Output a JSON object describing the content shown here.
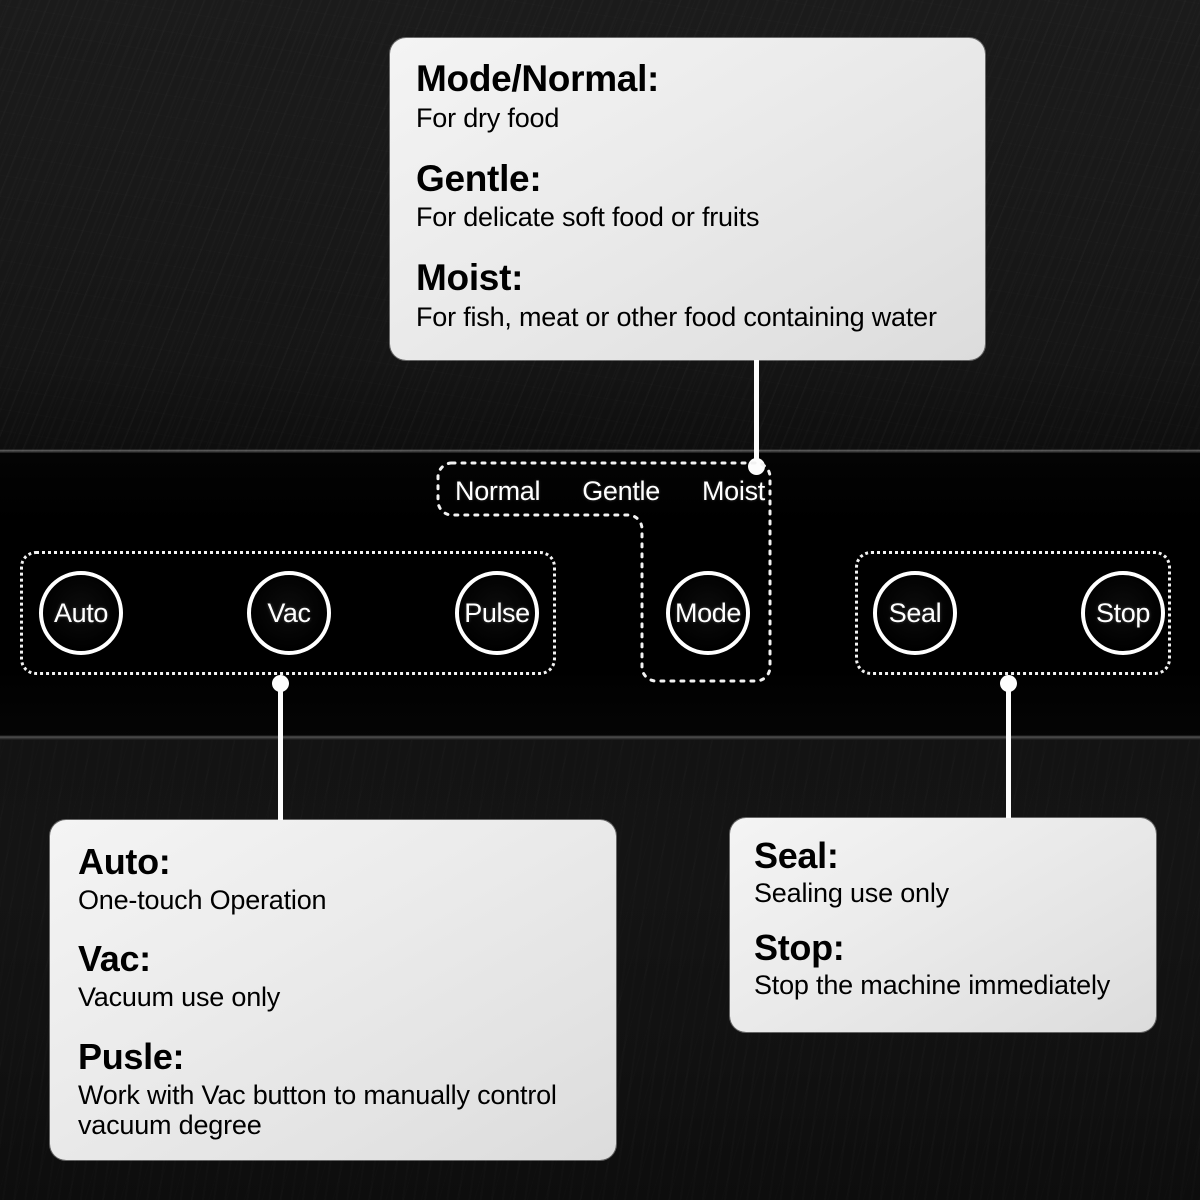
{
  "device": {
    "name": "vacuum-sealer-control-panel",
    "panel_background": "#000000",
    "body_background": "#161616",
    "outline_color": "#f2f2f2",
    "callout_background": "#ebebeb",
    "callout_text_color": "#000000",
    "button_text_color": "#ffffff"
  },
  "panel": {
    "mode_labels": [
      {
        "label": "Normal"
      },
      {
        "label": "Gentle"
      },
      {
        "label": "Moist"
      }
    ],
    "buttons": [
      {
        "id": "auto",
        "label": "Auto"
      },
      {
        "id": "vac",
        "label": "Vac"
      },
      {
        "id": "pulse",
        "label": "Pulse"
      },
      {
        "id": "mode",
        "label": "Mode"
      },
      {
        "id": "seal",
        "label": "Seal"
      },
      {
        "id": "stop",
        "label": "Stop"
      }
    ]
  },
  "callouts": {
    "mode": {
      "entries": [
        {
          "term": "Mode/Normal:",
          "desc": "For dry food"
        },
        {
          "term": "Gentle:",
          "desc": "For delicate soft  food or fruits"
        },
        {
          "term": "Moist:",
          "desc": "For fish, meat or other food containing water"
        }
      ]
    },
    "left": {
      "entries": [
        {
          "term": "Auto:",
          "desc": "One-touch Operation"
        },
        {
          "term": "Vac:",
          "desc": "Vacuum use only"
        },
        {
          "term": "Pusle:",
          "desc": "Work with Vac button to manually control vacuum degree"
        }
      ]
    },
    "right": {
      "entries": [
        {
          "term": "Seal:",
          "desc": "Sealing use only"
        },
        {
          "term": "Stop:",
          "desc": "Stop the machine immediately"
        }
      ]
    }
  }
}
